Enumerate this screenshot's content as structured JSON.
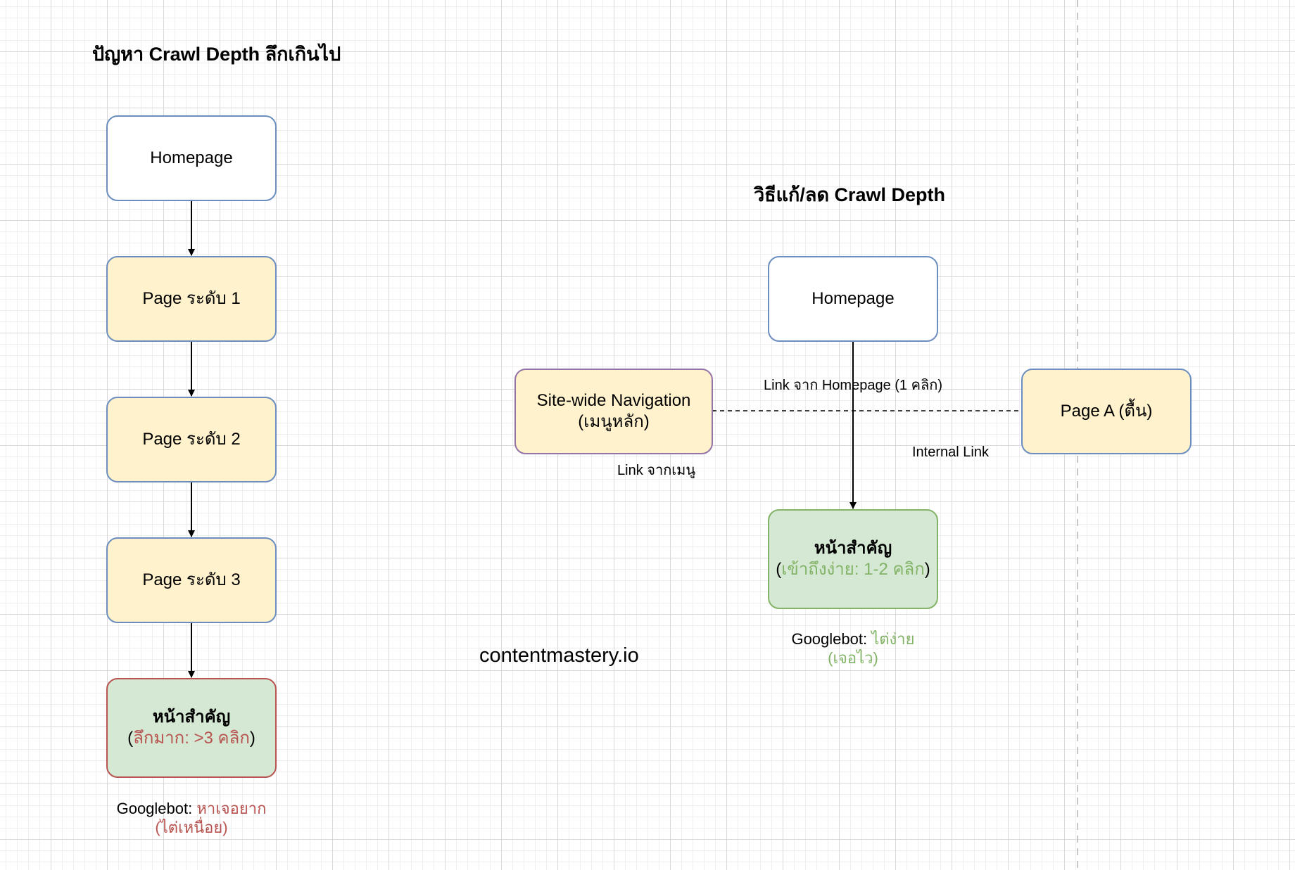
{
  "left": {
    "title": "ปัญหา Crawl Depth ลึกเกินไป",
    "homepage": "Homepage",
    "level1": "Page ระดับ 1",
    "level2": "Page ระดับ 2",
    "level3": "Page ระดับ 3",
    "important": {
      "line1": "หน้าสำคัญ",
      "open": "(",
      "detail": "ลึกมาก: >3 คลิก",
      "close": ")"
    },
    "googlebot": {
      "prefix": "Googlebot: ",
      "status": "หาเจอยาก",
      "line2": "(ไต่เหนื่อย)"
    }
  },
  "right": {
    "title": "วิธีแก้/ลด Crawl Depth",
    "homepage": "Homepage",
    "navigation": {
      "line1": "Site-wide Navigation",
      "line2": "(เมนูหลัก)"
    },
    "page_a": "Page A (ตื้น)",
    "important": {
      "line1": "หน้าสำคัญ",
      "open": "(",
      "detail": "เข้าถึงง่าย: 1-2 คลิก",
      "close": ")"
    },
    "edge_labels": {
      "homepage_link": "Link จาก Homepage (1 คลิก)",
      "menu_link": "Link จากเมนู",
      "internal_link": "Internal Link"
    },
    "googlebot": {
      "prefix": "Googlebot: ",
      "status": "ไต่ง่าย",
      "line2": "(เจอไว)"
    }
  },
  "watermark": "contentmastery.io",
  "colors": {
    "blue_border": "#6c8ebf",
    "yellow_fill": "#fff2cc",
    "green_fill": "#d5e8d4",
    "red_accent": "#b85450",
    "green_accent": "#82b366",
    "purple_border": "#9673a6"
  }
}
